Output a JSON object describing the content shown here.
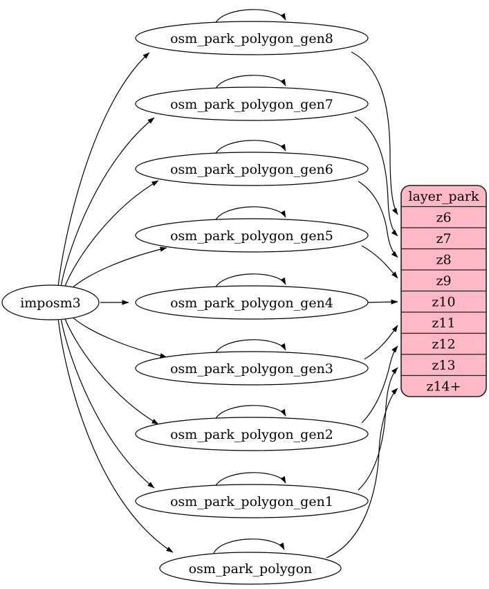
{
  "diagram": {
    "kind": "etl-graph",
    "source": {
      "label": "imposm3"
    },
    "tables": [
      {
        "label": "osm_park_polygon_gen8",
        "to": "z6",
        "self_loop": true
      },
      {
        "label": "osm_park_polygon_gen7",
        "to": "z7",
        "self_loop": true
      },
      {
        "label": "osm_park_polygon_gen6",
        "to": "z8",
        "self_loop": true
      },
      {
        "label": "osm_park_polygon_gen5",
        "to": "z9",
        "self_loop": true
      },
      {
        "label": "osm_park_polygon_gen4",
        "to": "z10",
        "self_loop": true
      },
      {
        "label": "osm_park_polygon_gen3",
        "to": "z11",
        "self_loop": true
      },
      {
        "label": "osm_park_polygon_gen2",
        "to": "z12",
        "self_loop": true
      },
      {
        "label": "osm_park_polygon_gen1",
        "to": "z13",
        "self_loop": true
      },
      {
        "label": "osm_park_polygon",
        "to": "z14+",
        "self_loop": true
      }
    ],
    "layer": {
      "title": "layer_park",
      "rows": [
        "z6",
        "z7",
        "z8",
        "z9",
        "z10",
        "z11",
        "z12",
        "z13",
        "z14+"
      ]
    },
    "colors": {
      "layer_fill": "#ffb9c4",
      "node_fill": "#ffffff",
      "stroke": "#000000"
    }
  }
}
